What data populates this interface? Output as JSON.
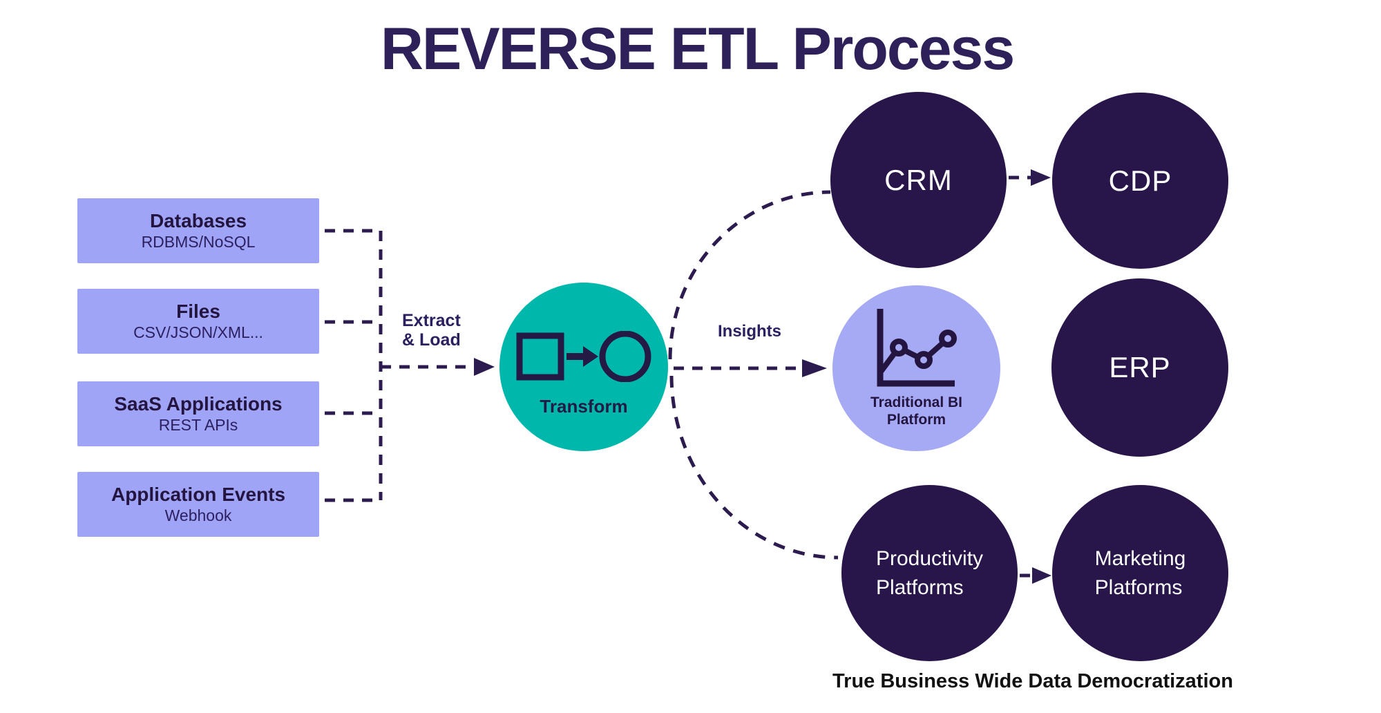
{
  "title": "REVERSE ETL Process",
  "sources": {
    "items": [
      {
        "title": "Databases",
        "subtitle": "RDBMS/NoSQL"
      },
      {
        "title": "Files",
        "subtitle": "CSV/JSON/XML..."
      },
      {
        "title": "SaaS Applications",
        "subtitle": "REST APIs"
      },
      {
        "title": "Application Events",
        "subtitle": "Webhook"
      }
    ]
  },
  "labels": {
    "extract_load_line1": "Extract",
    "extract_load_line2": "& Load",
    "insights": "Insights",
    "caption": "True Business Wide Data Democratization"
  },
  "transform": {
    "label": "Transform",
    "icon": "square-to-circle-icon"
  },
  "destinations": {
    "crm": "CRM",
    "cdp": "CDP",
    "bi_line1": "Traditional BI",
    "bi_line2": "Platform",
    "bi_icon": "line-chart-icon",
    "erp": "ERP",
    "productivity_line1": "Productivity",
    "productivity_line2": "Platforms",
    "marketing_line1": "Marketing",
    "marketing_line2": "Platforms"
  },
  "colors": {
    "ink": "#2c1b4e",
    "dark_circle": "#28154a",
    "teal": "#00b7ab",
    "lavender_box": "#9fa4f6",
    "lavender_circle": "#a6aaf5",
    "title": "#2e2058",
    "caption": "#111111",
    "white": "#ffffff"
  }
}
